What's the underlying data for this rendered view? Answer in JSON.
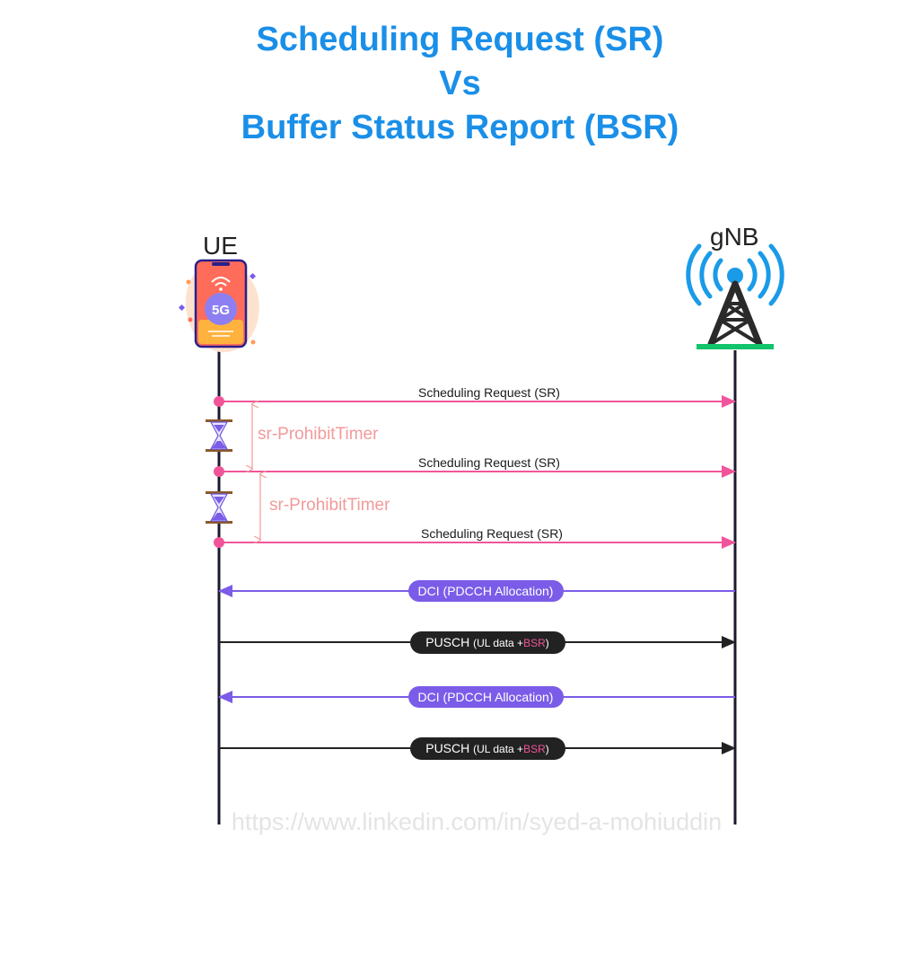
{
  "title": {
    "line1": "Scheduling Request (SR)",
    "line2": "Vs",
    "line3": "Buffer Status Report (BSR)"
  },
  "nodes": {
    "ue": {
      "label": "UE",
      "badge": "5G"
    },
    "gnb": {
      "label": "gNB"
    }
  },
  "messages": [
    {
      "label": "Scheduling Request (SR)",
      "direction": "UE->gNB",
      "style": "sr"
    },
    {
      "label": "Scheduling Request (SR)",
      "direction": "UE->gNB",
      "style": "sr"
    },
    {
      "label": "Scheduling Request (SR)",
      "direction": "UE->gNB",
      "style": "sr"
    },
    {
      "label": "DCI (PDCCH Allocation)",
      "direction": "gNB->UE",
      "style": "dci"
    },
    {
      "label": "PUSCH",
      "sub": "UL data +",
      "highlight": "BSR",
      "direction": "UE->gNB",
      "style": "pusch"
    },
    {
      "label": "DCI (PDCCH Allocation)",
      "direction": "gNB->UE",
      "style": "dci"
    },
    {
      "label": "PUSCH",
      "sub": "UL data +",
      "highlight": "BSR",
      "direction": "UE->gNB",
      "style": "pusch"
    }
  ],
  "timers": [
    {
      "label": "sr-ProhibitTimer"
    },
    {
      "label": "sr-ProhibitTimer"
    }
  ],
  "watermark": "https://www.linkedin.com/in/syed-a-mohiuddin",
  "colors": {
    "title": "#1a8fe8",
    "sr": "#f0559a",
    "timer": "#f29a9a",
    "dci": "#7b5ce8",
    "pusch": "#222222",
    "bsr": "#f0559a",
    "lifeline": "#1a1a2e",
    "tower": "#2a2a2a",
    "signal": "#1a9be8",
    "base": "#12c46b"
  }
}
